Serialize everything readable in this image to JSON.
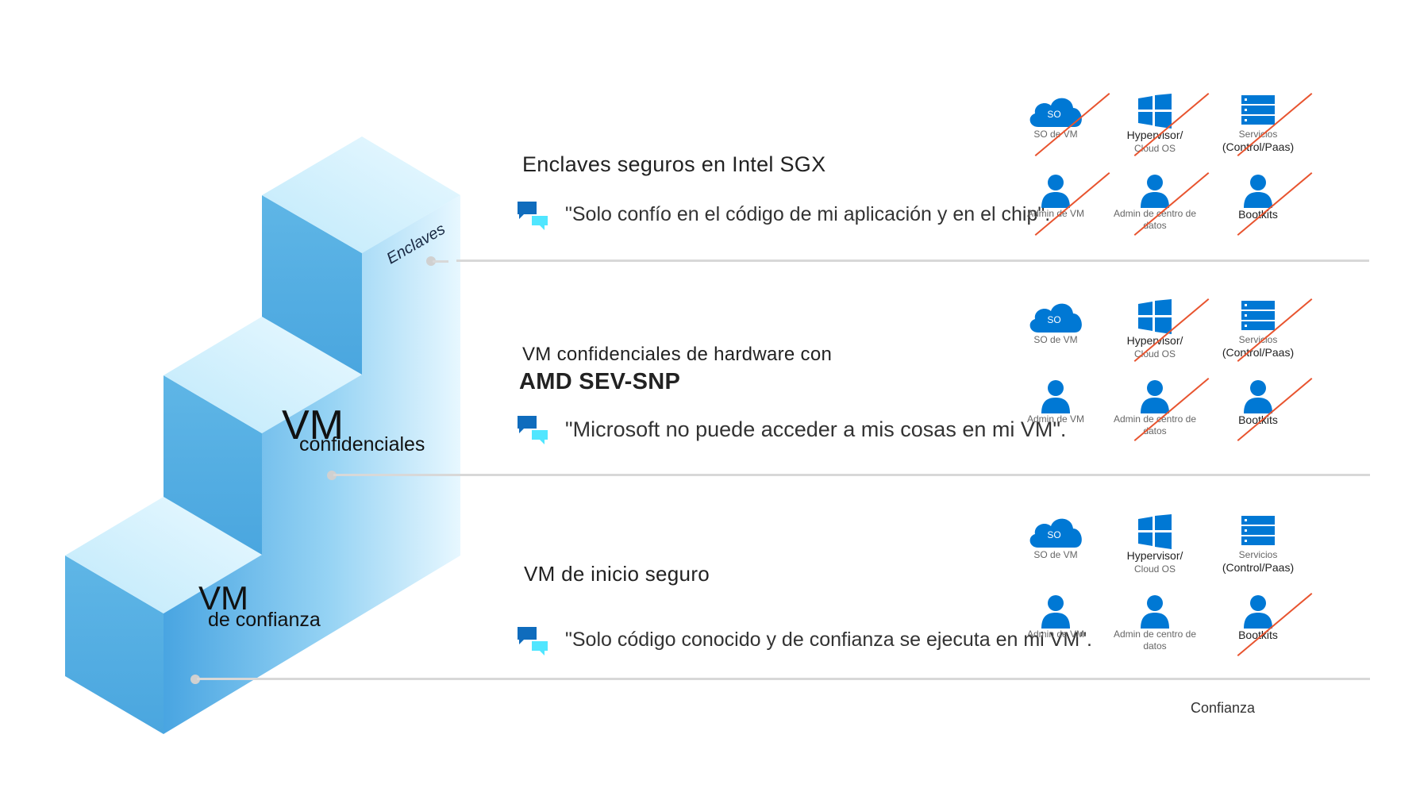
{
  "stairs": {
    "enclaves_label": "Enclaves",
    "confidential": {
      "big": "VM",
      "small": "confidenciales"
    },
    "trusted": {
      "big": "VM",
      "small": "de confianza"
    }
  },
  "tiers": [
    {
      "title": "Enclaves seguros en Intel SGX",
      "title_bold": "",
      "quote": "\"Solo confío en el código de mi aplicación y en el chip\".",
      "icons": [
        {
          "icon": "cloud-icon",
          "inner": "SO",
          "caption": "SO de VM",
          "caption2": "",
          "struck": true
        },
        {
          "icon": "windows-icon",
          "inner": "",
          "caption": "Hypervisor/",
          "caption2": "Cloud OS",
          "struck": true
        },
        {
          "icon": "server-icon",
          "inner": "",
          "caption": "Servicios",
          "caption2": "(Control/Paas)",
          "struck": true
        },
        {
          "icon": "user-icon",
          "inner": "",
          "caption": "Admin de VM",
          "caption2": "",
          "struck": true
        },
        {
          "icon": "user-icon",
          "inner": "",
          "caption": "Admin de centro de datos",
          "caption2": "",
          "struck": true
        },
        {
          "icon": "user-icon",
          "inner": "",
          "caption": "Bootkits",
          "caption2": "",
          "struck": true
        }
      ]
    },
    {
      "title": "VM confidenciales de hardware con",
      "title_bold": "AMD SEV-SNP",
      "quote": "\"Microsoft no puede acceder a mis cosas en mi VM\".",
      "icons": [
        {
          "icon": "cloud-icon",
          "inner": "SO",
          "caption": "SO de VM",
          "caption2": "",
          "struck": false
        },
        {
          "icon": "windows-icon",
          "inner": "",
          "caption": "Hypervisor/",
          "caption2": "Cloud OS",
          "struck": true
        },
        {
          "icon": "server-icon",
          "inner": "",
          "caption": "Servicios",
          "caption2": "(Control/Paas)",
          "struck": true
        },
        {
          "icon": "user-icon",
          "inner": "",
          "caption": "Admin de VM",
          "caption2": "",
          "struck": false
        },
        {
          "icon": "user-icon",
          "inner": "",
          "caption": "Admin de centro de datos",
          "caption2": "",
          "struck": true
        },
        {
          "icon": "user-icon",
          "inner": "",
          "caption": "Bootkits",
          "caption2": "",
          "struck": true
        }
      ]
    },
    {
      "title": "VM de inicio seguro",
      "title_bold": "",
      "quote": "\"Solo código conocido y de confianza se ejecuta en mi VM\".",
      "icons": [
        {
          "icon": "cloud-icon",
          "inner": "SO",
          "caption": "SO de VM",
          "caption2": "",
          "struck": false
        },
        {
          "icon": "windows-icon",
          "inner": "",
          "caption": "Hypervisor/",
          "caption2": "Cloud OS",
          "struck": false
        },
        {
          "icon": "server-icon",
          "inner": "",
          "caption": "Servicios",
          "caption2": "(Control/Paas)",
          "struck": false
        },
        {
          "icon": "user-icon",
          "inner": "",
          "caption": "Admin de VM",
          "caption2": "",
          "struck": false
        },
        {
          "icon": "user-icon",
          "inner": "",
          "caption": "Admin de centro de datos",
          "caption2": "",
          "struck": false
        },
        {
          "icon": "user-icon",
          "inner": "",
          "caption": "Bootkits",
          "caption2": "",
          "struck": true
        }
      ]
    }
  ],
  "footer": "Confianza",
  "colors": {
    "icon_blue": "#0078d4",
    "strike": "#e8542f",
    "chat_dark": "#0f6cbd",
    "chat_light": "#50e6ff"
  }
}
